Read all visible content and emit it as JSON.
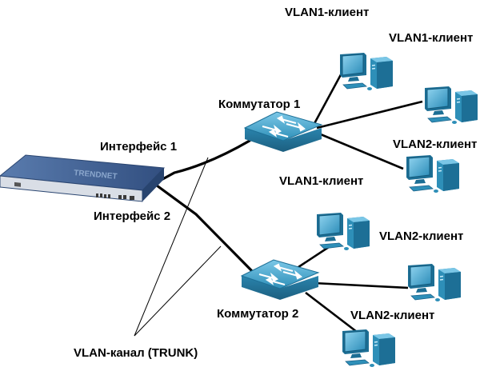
{
  "labels": {
    "switch1": "Коммутатор 1",
    "switch2": "Коммутатор 2",
    "interface1": "Интерфейс 1",
    "interface2": "Интерфейс 2",
    "trunk": "VLAN-канал (TRUNK)",
    "client_top_a": "VLAN1-клиент",
    "client_top_b": "VLAN1-клиент",
    "client_mid_vlan2": "VLAN2-клиент",
    "client_mid_vlan1": "VLAN1-клиент",
    "client_low_a": "VLAN2-клиент",
    "client_low_b": "VLAN2-клиент"
  },
  "router_brand": "TRENDNET",
  "colors": {
    "switch": "#2e8fb8",
    "computer": "#2e8fb8",
    "router": "#3a5a8a",
    "link": "#000000"
  }
}
